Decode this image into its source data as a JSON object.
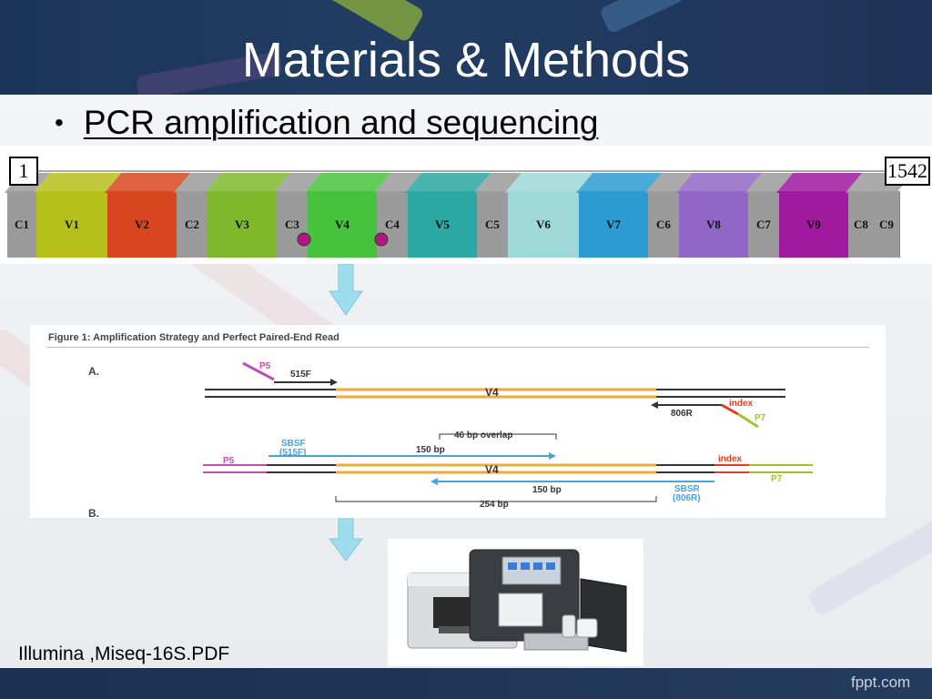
{
  "slide": {
    "title": "Materials & Methods",
    "bullet": "PCR amplification and sequencing",
    "source": "Illumina ,Miseq-16S.PDF",
    "watermark": "fppt.com"
  },
  "gene_bar": {
    "start_label": "1",
    "end_label": "1542",
    "segments": [
      {
        "label": "C1",
        "color": "#9b9b9b"
      },
      {
        "label": "V1",
        "color": "#b5c11a"
      },
      {
        "label": "V2",
        "color": "#d7461e"
      },
      {
        "label": "C2",
        "color": "#9b9b9b"
      },
      {
        "label": "V3",
        "color": "#7fb82b"
      },
      {
        "label": "C3",
        "color": "#9b9b9b"
      },
      {
        "label": "V4",
        "color": "#47c23c"
      },
      {
        "label": "C4",
        "color": "#9b9b9b"
      },
      {
        "label": "V5",
        "color": "#2aa8a1"
      },
      {
        "label": "C5",
        "color": "#9b9b9b"
      },
      {
        "label": "V6",
        "color": "#9fd8d8"
      },
      {
        "label": "V7",
        "color": "#2b9bd1"
      },
      {
        "label": "C6",
        "color": "#9b9b9b"
      },
      {
        "label": "V8",
        "color": "#9166c6"
      },
      {
        "label": "C7",
        "color": "#9b9b9b"
      },
      {
        "label": "V9",
        "color": "#a0199f"
      },
      {
        "label": "C8",
        "color": "#9b9b9b"
      },
      {
        "label": "C9",
        "color": "#9b9b9b"
      }
    ],
    "marker_color": "#b0187f"
  },
  "figure": {
    "title": "Figure 1: Amplification Strategy and Perfect Paired-End Read",
    "panel_a": "A.",
    "panel_b": "B.",
    "p5": "P5",
    "f515": "515F",
    "v4": "V4",
    "index": "index",
    "r806": "806R",
    "p7": "P7",
    "sbsf": "SBSF",
    "sbsf_sub": "(515F)",
    "overlap": "46 bp overlap",
    "bp150": "150 bp",
    "sbsr": "SBSR",
    "sbsr_sub": "(806R)",
    "bp254": "254 bp",
    "colors": {
      "orange": "#f2a93b",
      "blue": "#4aa3d8",
      "magenta": "#c24fae",
      "red": "#e8391e",
      "green": "#9cc62a"
    }
  }
}
